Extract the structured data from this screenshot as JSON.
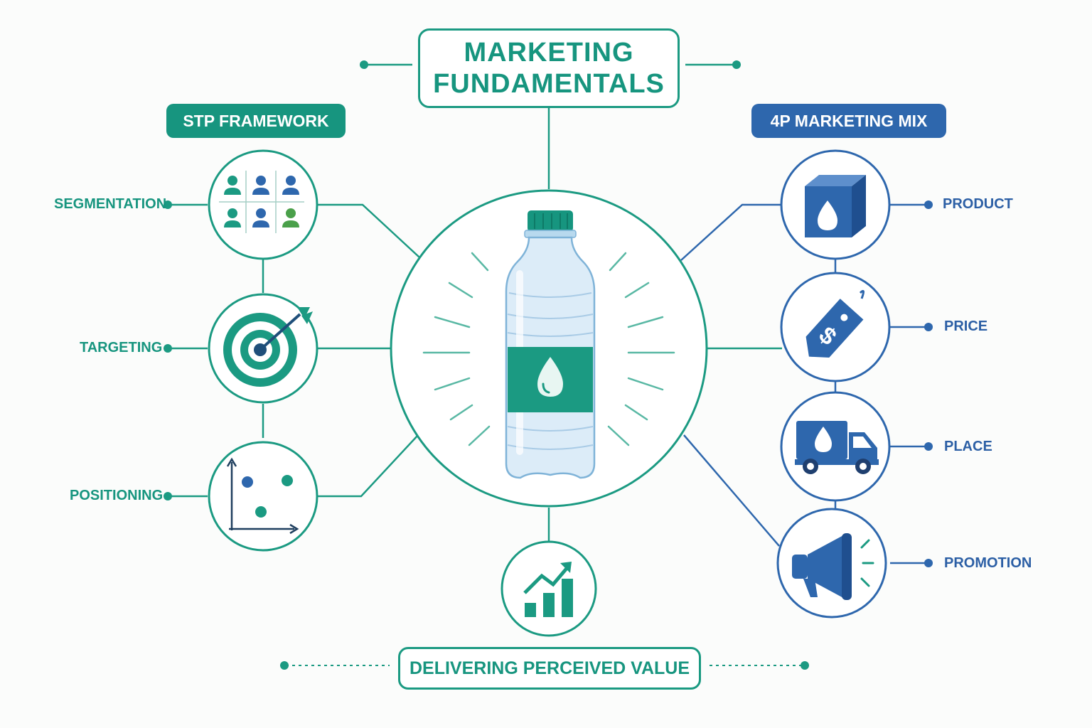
{
  "title": {
    "line1": "MARKETING",
    "line2": "FUNDAMENTALS"
  },
  "stp": {
    "header": "STP FRAMEWORK",
    "items": [
      {
        "label": "SEGMENTATION",
        "icon": "people-grid-icon"
      },
      {
        "label": "TARGETING",
        "icon": "target-arrow-icon"
      },
      {
        "label": "POSITIONING",
        "icon": "positioning-map-icon"
      }
    ]
  },
  "four_p": {
    "header": "4P MARKETING MIX",
    "items": [
      {
        "label": "PRODUCT",
        "icon": "product-box-icon"
      },
      {
        "label": "PRICE",
        "icon": "price-tag-icon"
      },
      {
        "label": "PLACE",
        "icon": "delivery-truck-icon"
      },
      {
        "label": "PROMOTION",
        "icon": "megaphone-icon"
      }
    ]
  },
  "center": {
    "icon": "water-bottle-icon"
  },
  "bottom": {
    "label": "DELIVERING PERCEIVED VALUE",
    "icon": "growth-chart-icon"
  },
  "colors": {
    "green": "#17957f",
    "blue": "#2e67ad",
    "light_green": "#4aa04a"
  }
}
